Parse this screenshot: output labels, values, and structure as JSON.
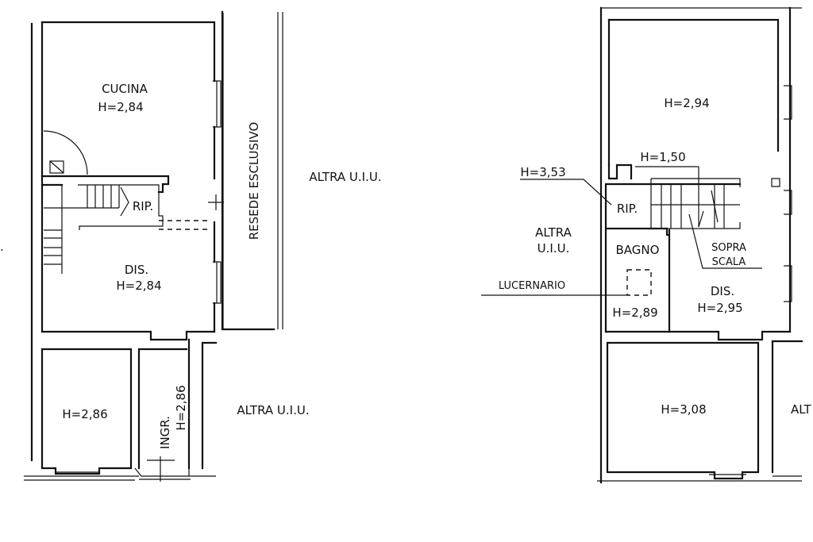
{
  "colors": {
    "ink": "#111111",
    "paper": "#ffffff"
  },
  "ground_floor": {
    "cucina": {
      "name": "CUCINA",
      "height": "H=2,84"
    },
    "rip": "RIP.",
    "dis": {
      "name": "DIS.",
      "height": "H=2,84"
    },
    "room": {
      "height": "H=2,86"
    },
    "ingr": {
      "name": "INGR.",
      "height": "H=2,86"
    },
    "resede": "RESEDE ESCLUSIVO",
    "altra_top": "ALTRA U.I.U.",
    "altra_bottom": "ALTRA U.I.U.",
    "edge_mark": "."
  },
  "upper_floor": {
    "top_room": {
      "height": "H=2,94"
    },
    "stair_height": "H=1,50",
    "ceiling_height": "H=3,53",
    "rip": "RIP.",
    "altra_line1": "ALTRA",
    "altra_line2": "U.I.U.",
    "bagno": {
      "name": "BAGNO",
      "height": "H=2,89"
    },
    "sopra_scala_line1": "SOPRA",
    "sopra_scala_line2": "SCALA",
    "lucernario": "LUCERNARIO",
    "dis": {
      "name": "DIS.",
      "height": "H=2,95"
    },
    "bottom_room": {
      "height": "H=3,08"
    },
    "altra_cut": "ALT"
  }
}
